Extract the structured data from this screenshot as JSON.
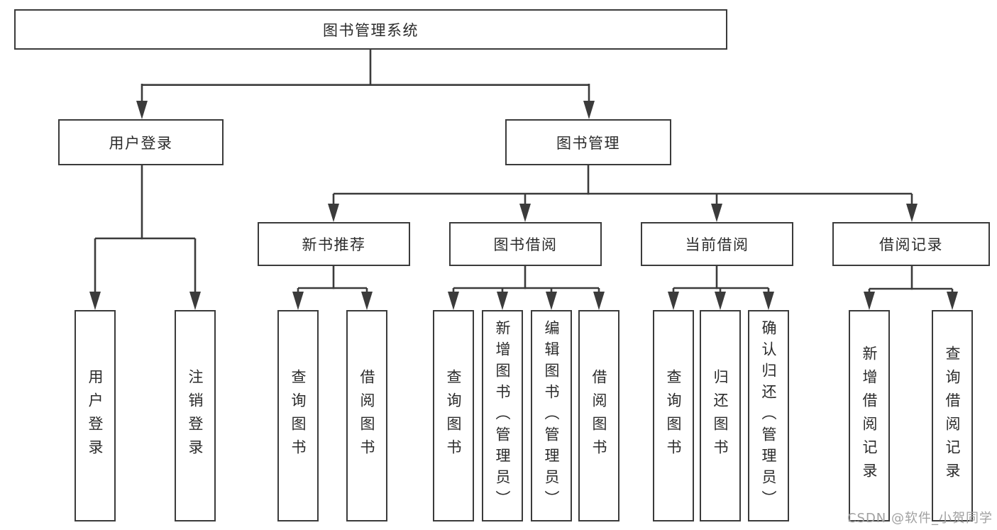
{
  "diagram": {
    "title": "图书管理系统",
    "root": {
      "label": "图书管理系统"
    },
    "level2": [
      {
        "label": "用户登录"
      },
      {
        "label": "图书管理"
      }
    ],
    "level3": [
      {
        "label": "新书推荐"
      },
      {
        "label": "图书借阅"
      },
      {
        "label": "当前借阅"
      },
      {
        "label": "借阅记录"
      }
    ],
    "leaves": [
      {
        "label": "用户登录",
        "parent": "用户登录"
      },
      {
        "label": "注销登录",
        "parent": "用户登录"
      },
      {
        "label": "查询图书",
        "parent": "新书推荐"
      },
      {
        "label": "借阅图书",
        "parent": "新书推荐"
      },
      {
        "label": "查询图书",
        "parent": "图书借阅"
      },
      {
        "label": "新增图书（管理员）",
        "parent": "图书借阅"
      },
      {
        "label": "编辑图书（管理员）",
        "parent": "图书借阅"
      },
      {
        "label": "借阅图书",
        "parent": "图书借阅"
      },
      {
        "label": "查询图书",
        "parent": "当前借阅"
      },
      {
        "label": "归还图书",
        "parent": "当前借阅"
      },
      {
        "label": "确认归还（管理员）",
        "parent": "当前借阅"
      },
      {
        "label": "新增借阅记录",
        "parent": "借阅记录"
      },
      {
        "label": "查询借阅记录",
        "parent": "借阅记录"
      }
    ],
    "watermark": "CSDN @软件_小贺同学",
    "colors": {
      "border": "#3b3b3b",
      "line": "#3b3b3b",
      "text": "#2b2b2b",
      "watermark": "#a0a0a0",
      "background": "#ffffff"
    }
  }
}
